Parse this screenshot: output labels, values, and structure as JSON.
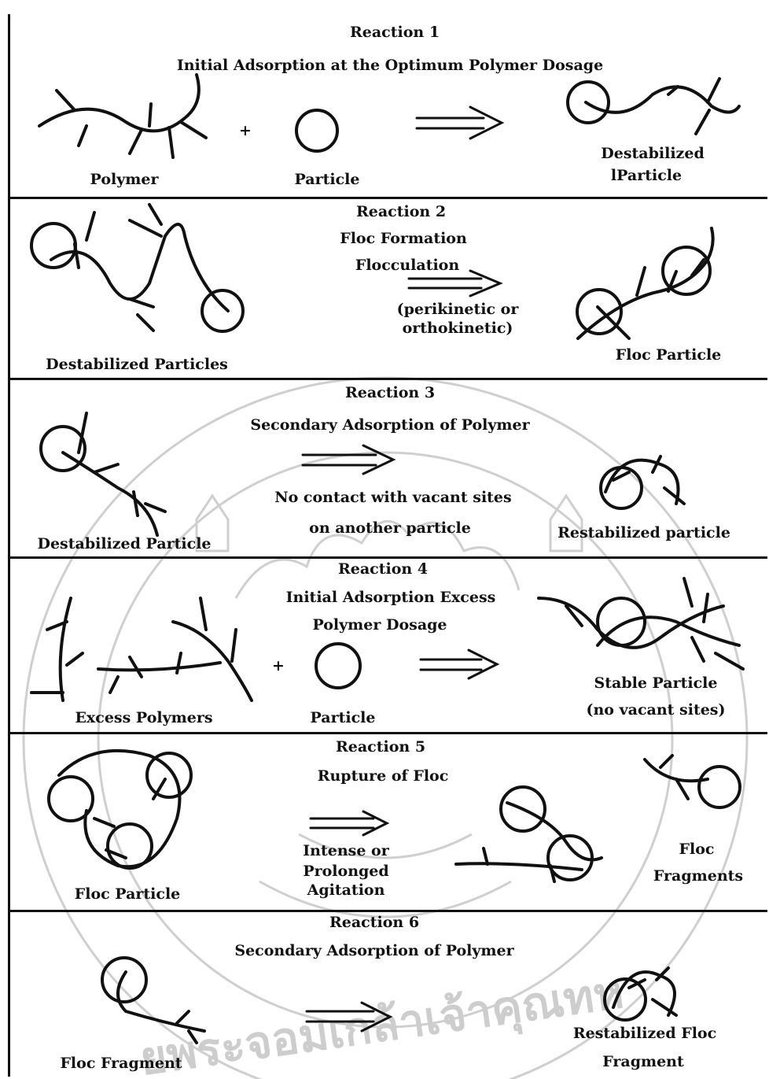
{
  "watermark": {
    "text": "ยพระจอมเกล้าเจ้าคุณทห",
    "color": "#cfcfcf"
  },
  "reactions": [
    {
      "title": "Reaction 1",
      "subtitle": "Initial Adsorption at the Optimum Polymer Dosage",
      "labels": [
        "Polymer",
        "Particle",
        "Destabilized",
        "lParticle"
      ],
      "operator": "+"
    },
    {
      "title": "Reaction 2",
      "subtitle_lines": [
        "Floc Formation",
        "Flocculation"
      ],
      "note_lines": [
        "(perikinetic or",
        "orthokinetic)"
      ],
      "labels": [
        "Destabilized Particles",
        "Floc Particle"
      ]
    },
    {
      "title": "Reaction 3",
      "subtitle": "Secondary Adsorption of Polymer",
      "note_lines": [
        "No contact with vacant sites",
        "on another particle"
      ],
      "labels": [
        "Destabilized Particle",
        "Restabilized particle"
      ]
    },
    {
      "title": "Reaction 4",
      "subtitle_lines": [
        "Initial Adsorption Excess",
        "Polymer Dosage"
      ],
      "labels": [
        "Excess Polymers",
        "Particle",
        "Stable Particle",
        "(no vacant sites)"
      ],
      "operator": "+"
    },
    {
      "title": "Reaction 5",
      "subtitle": "Rupture of Floc",
      "note_lines": [
        "Intense or",
        "Prolonged",
        "Agitation"
      ],
      "labels": [
        "Floc Particle",
        "Floc",
        "Fragments"
      ]
    },
    {
      "title": "Reaction 6",
      "subtitle": "Secondary Adsorption of Polymer",
      "labels": [
        "Floc Fragment",
        "Restabilized Floc",
        "Fragment"
      ]
    }
  ]
}
